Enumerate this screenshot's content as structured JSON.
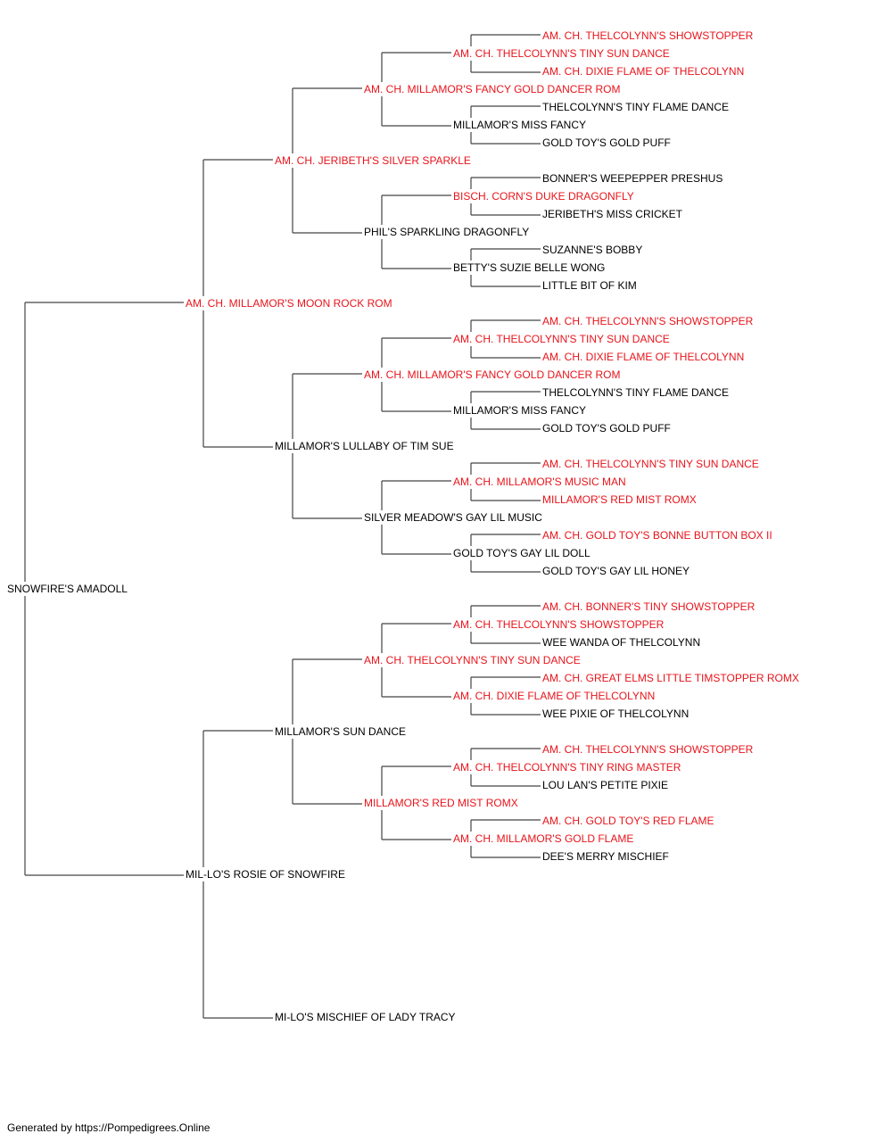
{
  "colors": {
    "champion": "#e8141b",
    "normal": "#000000",
    "line": "#444444"
  },
  "pedigree": {
    "name": "SNOWFIRE'S AMADOLL",
    "champion": false,
    "sire": {
      "name": "AM. CH. MILLAMOR'S MOON ROCK ROM",
      "champion": true,
      "sire": {
        "name": "AM. CH. JERIBETH'S SILVER SPARKLE",
        "champion": true,
        "sire": {
          "name": "AM. CH. MILLAMOR'S FANCY GOLD DANCER ROM",
          "champion": true,
          "sire": {
            "name": "AM. CH. THELCOLYNN'S TINY SUN DANCE",
            "champion": true,
            "sire": {
              "name": "AM. CH. THELCOLYNN'S SHOWSTOPPER",
              "champion": true
            },
            "dam": {
              "name": "AM. CH. DIXIE FLAME OF THELCOLYNN",
              "champion": true
            }
          },
          "dam": {
            "name": "MILLAMOR'S MISS FANCY",
            "champion": false,
            "sire": {
              "name": "THELCOLYNN'S TINY FLAME DANCE",
              "champion": false
            },
            "dam": {
              "name": "GOLD TOY'S GOLD PUFF",
              "champion": false
            }
          }
        },
        "dam": {
          "name": "PHIL'S SPARKLING DRAGONFLY",
          "champion": false,
          "sire": {
            "name": "BISCH. CORN'S DUKE DRAGONFLY",
            "champion": true,
            "sire": {
              "name": "BONNER'S WEEPEPPER PRESHUS",
              "champion": false
            },
            "dam": {
              "name": "JERIBETH'S MISS CRICKET",
              "champion": false
            }
          },
          "dam": {
            "name": "BETTY'S SUZIE BELLE WONG",
            "champion": false,
            "sire": {
              "name": "SUZANNE'S BOBBY",
              "champion": false
            },
            "dam": {
              "name": "LITTLE BIT OF KIM",
              "champion": false
            }
          }
        }
      },
      "dam": {
        "name": "MILLAMOR'S LULLABY OF TIM SUE",
        "champion": false,
        "sire": {
          "name": "AM. CH. MILLAMOR'S FANCY GOLD DANCER ROM",
          "champion": true,
          "sire": {
            "name": "AM. CH. THELCOLYNN'S TINY SUN DANCE",
            "champion": true,
            "sire": {
              "name": "AM. CH. THELCOLYNN'S SHOWSTOPPER",
              "champion": true
            },
            "dam": {
              "name": "AM. CH. DIXIE FLAME OF THELCOLYNN",
              "champion": true
            }
          },
          "dam": {
            "name": "MILLAMOR'S MISS FANCY",
            "champion": false,
            "sire": {
              "name": "THELCOLYNN'S TINY FLAME DANCE",
              "champion": false
            },
            "dam": {
              "name": "GOLD TOY'S GOLD PUFF",
              "champion": false
            }
          }
        },
        "dam": {
          "name": "SILVER MEADOW'S GAY LIL MUSIC",
          "champion": false,
          "sire": {
            "name": "AM. CH. MILLAMOR'S MUSIC MAN",
            "champion": true,
            "sire": {
              "name": "AM. CH. THELCOLYNN'S TINY SUN DANCE",
              "champion": true
            },
            "dam": {
              "name": "MILLAMOR'S RED MIST ROMX",
              "champion": true
            }
          },
          "dam": {
            "name": "GOLD TOY'S GAY LIL DOLL",
            "champion": false,
            "sire": {
              "name": "AM. CH. GOLD TOY'S BONNE BUTTON BOX II",
              "champion": true
            },
            "dam": {
              "name": "GOLD TOY'S GAY LIL HONEY",
              "champion": false
            }
          }
        }
      }
    },
    "dam": {
      "name": "MIL-LO'S ROSIE OF SNOWFIRE",
      "champion": false,
      "sire": {
        "name": "MILLAMOR'S SUN DANCE",
        "champion": false,
        "sire": {
          "name": "AM. CH. THELCOLYNN'S TINY SUN DANCE",
          "champion": true,
          "sire": {
            "name": "AM. CH. THELCOLYNN'S SHOWSTOPPER",
            "champion": true,
            "sire": {
              "name": "AM. CH. BONNER'S TINY SHOWSTOPPER",
              "champion": true
            },
            "dam": {
              "name": "WEE WANDA OF THELCOLYNN",
              "champion": false
            }
          },
          "dam": {
            "name": "AM. CH. DIXIE FLAME OF THELCOLYNN",
            "champion": true,
            "sire": {
              "name": "AM. CH. GREAT ELMS LITTLE TIMSTOPPER ROMX",
              "champion": true
            },
            "dam": {
              "name": "WEE PIXIE OF THELCOLYNN",
              "champion": false
            }
          }
        },
        "dam": {
          "name": "MILLAMOR'S RED MIST ROMX",
          "champion": true,
          "sire": {
            "name": "AM. CH. THELCOLYNN'S TINY RING MASTER",
            "champion": true,
            "sire": {
              "name": "AM. CH. THELCOLYNN'S SHOWSTOPPER",
              "champion": true
            },
            "dam": {
              "name": "LOU LAN'S PETITE PIXIE",
              "champion": false
            }
          },
          "dam": {
            "name": "AM. CH. MILLAMOR'S GOLD FLAME",
            "champion": true,
            "sire": {
              "name": "AM. CH. GOLD TOY'S RED FLAME",
              "champion": true
            },
            "dam": {
              "name": "DEE'S MERRY MISCHIEF",
              "champion": false
            }
          }
        }
      },
      "dam": {
        "name": "MI-LO'S MISCHIEF OF LADY TRACY",
        "champion": false
      }
    }
  },
  "footer": "Generated by https://Pompedigrees.Online"
}
